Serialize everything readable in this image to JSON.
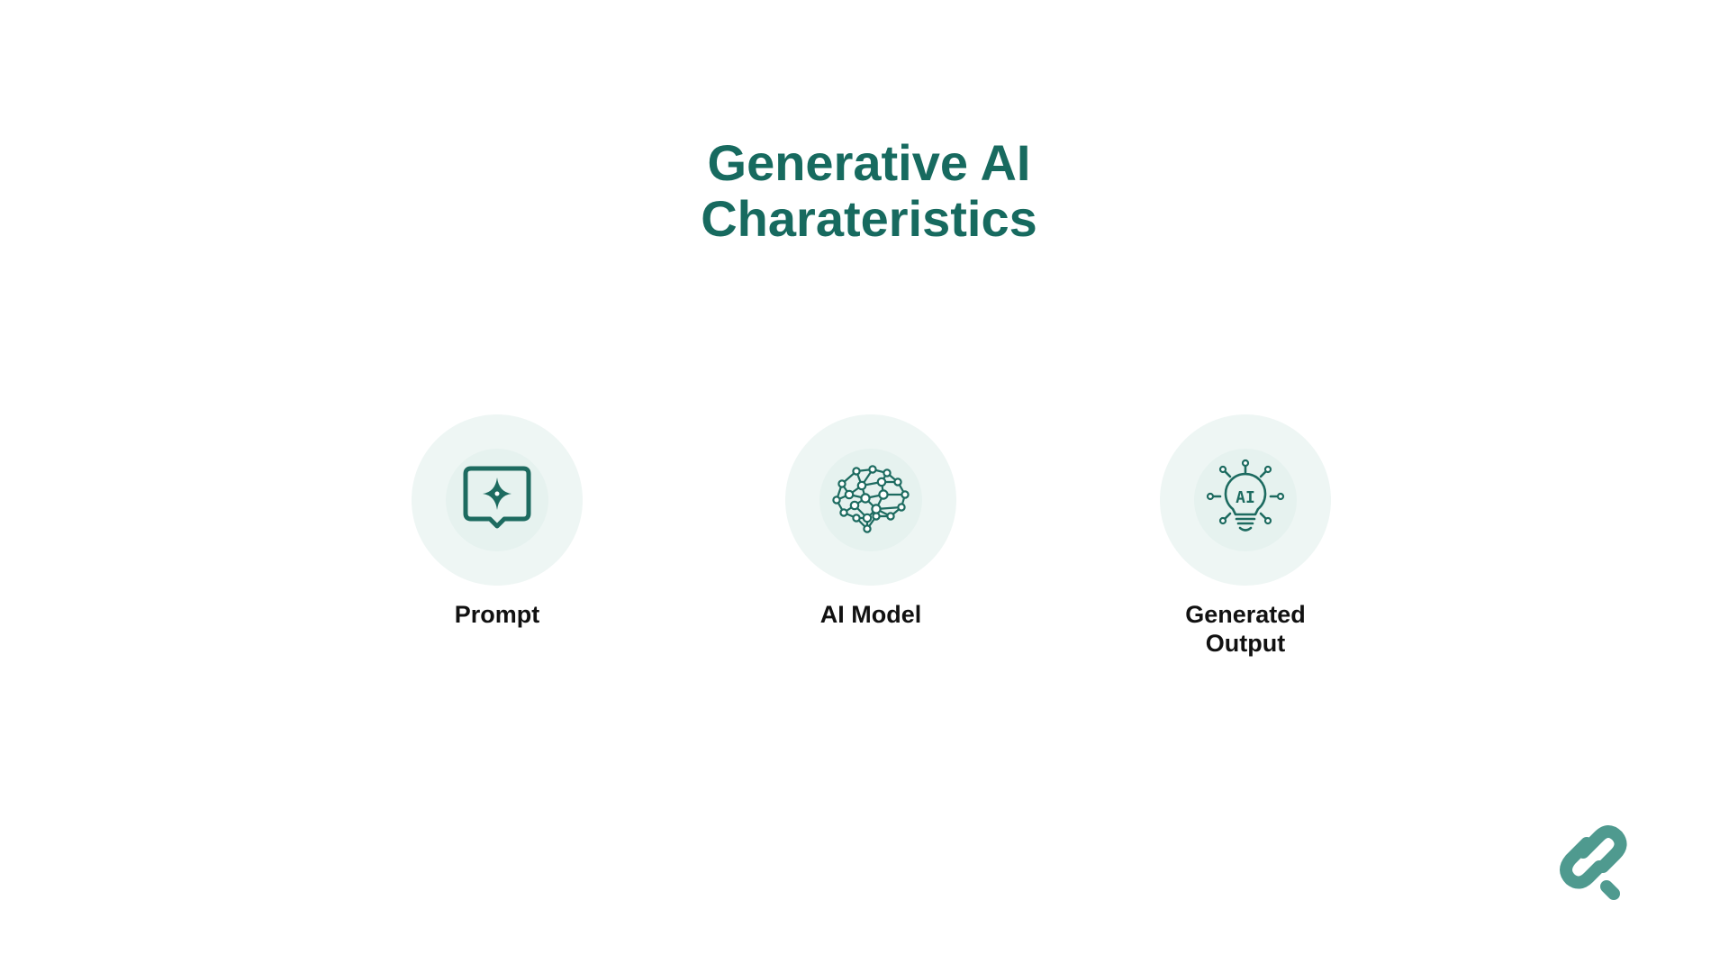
{
  "slide": {
    "title_lines": [
      "Generative AI",
      "Charateristics"
    ],
    "items": [
      {
        "label_lines": [
          "Prompt"
        ],
        "icon": "sparkle-chat-bubble-icon"
      },
      {
        "label_lines": [
          "AI Model"
        ],
        "icon": "neural-network-brain-icon"
      },
      {
        "label_lines": [
          "Generated",
          "Output"
        ],
        "icon": "ai-lightbulb-icon",
        "icon_text": "AI"
      }
    ],
    "logo": "brand-logo-icon"
  },
  "colors": {
    "accent": "#176a5f",
    "icon_stroke": "#1d6b60",
    "circle_outer": "#eef6f4",
    "circle_inner": "#e6f2ef",
    "logo": "#4f9a8f",
    "label_text": "#111111"
  }
}
